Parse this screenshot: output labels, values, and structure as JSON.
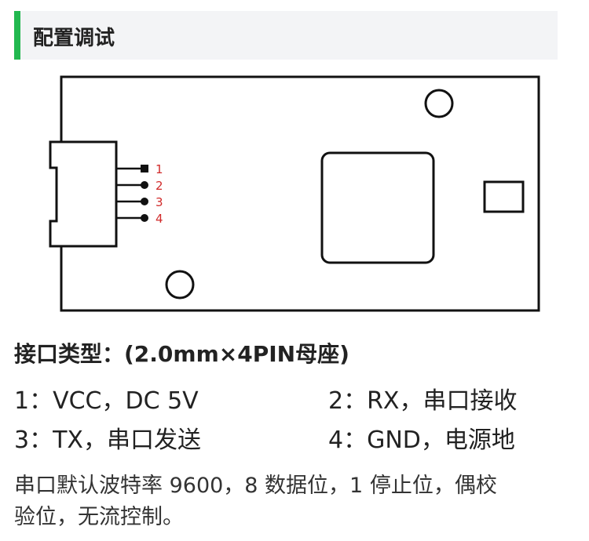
{
  "section_title": "配置调试",
  "pin_numbers": [
    "1",
    "2",
    "3",
    "4"
  ],
  "interface_type": "接口类型：(2.0mm×4PIN母座)",
  "pins": [
    {
      "text": "1：VCC，DC 5V"
    },
    {
      "text": "2：RX，串口接收"
    },
    {
      "text": "3：TX，串口发送"
    },
    {
      "text": "4：GND，电源地"
    }
  ],
  "note_line1": "串口默认波特率 9600，8 数据位，1 停止位，偶校",
  "note_line2": "验位，无流控制。",
  "colors": {
    "accent": "#22b84f",
    "pin_label": "#d12b2b",
    "header_bg": "#f3f4f6"
  }
}
